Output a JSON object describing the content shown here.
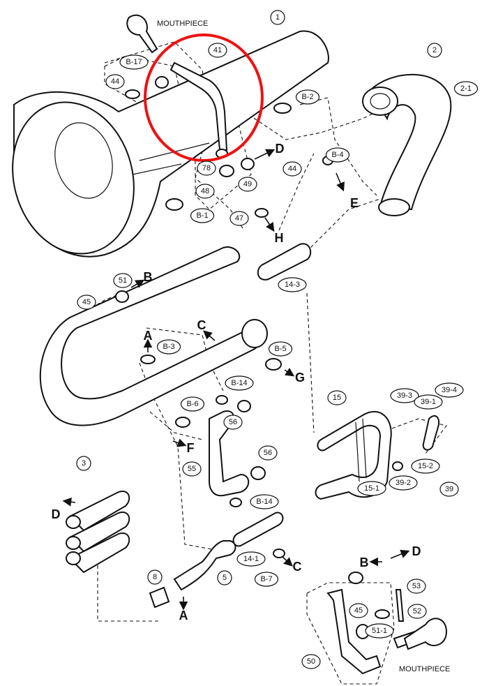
{
  "text_labels": {
    "mouthpiece_top": "MOUTHPIECE",
    "mouthpiece_bottom": "MOUTHPIECE"
  },
  "part_labels": [
    "1",
    "2",
    "2-1",
    "41",
    "B-17",
    "44",
    "B-2",
    "B-4",
    "78",
    "48",
    "49",
    "44",
    "47",
    "B-1",
    "14-3",
    "51",
    "45",
    "B-3",
    "B-5",
    "B-14",
    "B-6",
    "56",
    "56",
    "55",
    "B-14",
    "15",
    "39-3",
    "39-4",
    "39-1",
    "15-2",
    "39-2",
    "39",
    "15-1",
    "3",
    "14-1",
    "B-7",
    "8",
    "5",
    "53",
    "52",
    "51-1",
    "45",
    "50"
  ],
  "connection_letters": [
    "D",
    "E",
    "H",
    "B",
    "A",
    "C",
    "G",
    "F",
    "D",
    "C",
    "A",
    "B",
    "D"
  ],
  "colors": {
    "line": "#111111",
    "highlight": "#e11111",
    "background": "#ffffff"
  }
}
